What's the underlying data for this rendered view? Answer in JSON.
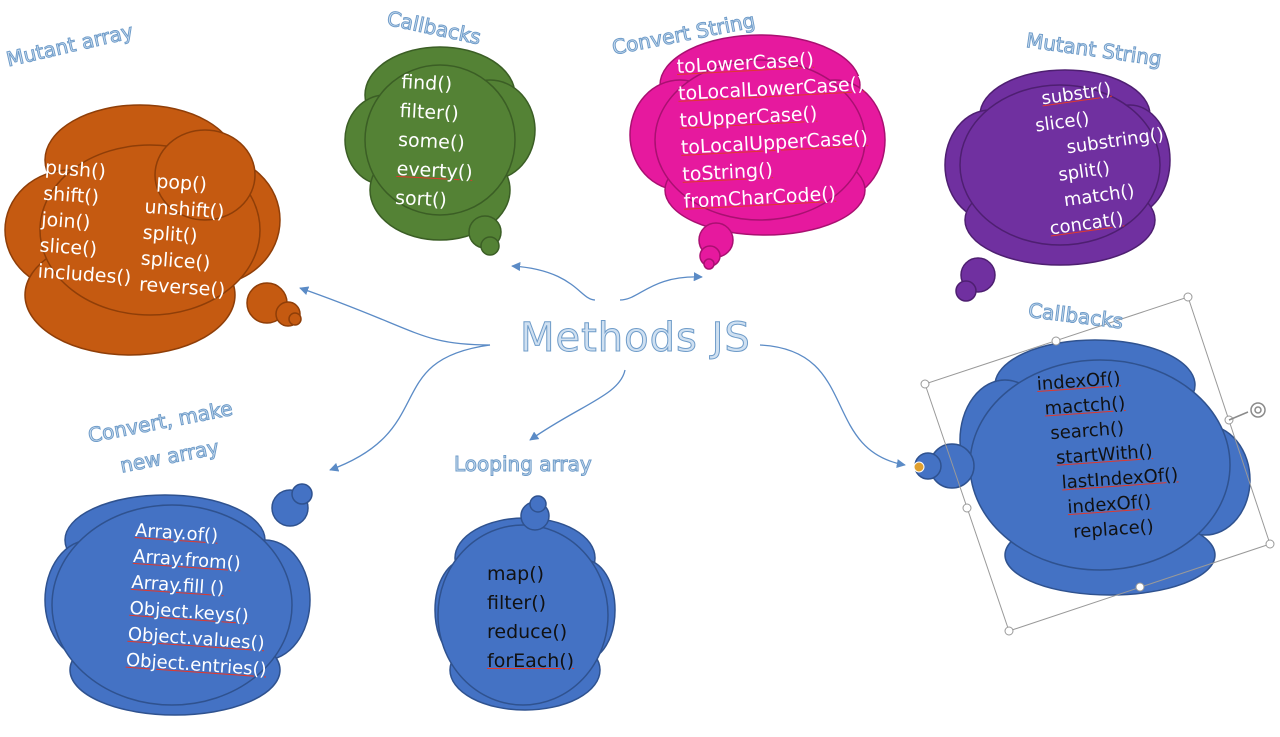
{
  "center_title": "Methods JS",
  "clouds": [
    {
      "id": "mutant-array",
      "title": "Mutant array",
      "color": "#c55a11",
      "items_left": [
        "push()",
        "shift()",
        "join()",
        "slice()",
        "includes()"
      ],
      "items_right": [
        "pop()",
        "unshift()",
        "split()",
        "splice()",
        "reverse()"
      ]
    },
    {
      "id": "callbacks-green",
      "title": "Callbacks",
      "color": "#548235",
      "items": [
        "find()",
        "filter()",
        "some()",
        "everty()",
        "sort()"
      ]
    },
    {
      "id": "convert-string",
      "title": "Convert String",
      "color": "#e6199e",
      "items": [
        "toLowerCase()",
        "toLocalLowerCase()",
        "toUpperCase()",
        "toLocalUpperCase()",
        "toString()",
        "fromCharCode()"
      ]
    },
    {
      "id": "mutant-string",
      "title": "Mutant String",
      "color": "#7030a0",
      "items": [
        "substr()",
        "slice()",
        "substring()",
        "split()",
        "match()",
        "concat()"
      ]
    },
    {
      "id": "callbacks-blue",
      "title": "Callbacks",
      "color": "#4472c4",
      "items": [
        "indexOf()",
        "mactch()",
        "search()",
        "startWith()",
        "lastIndexOf()",
        "indexOf()",
        "replace()"
      ]
    },
    {
      "id": "convert-make-array",
      "title_line1": "Convert, make",
      "title_line2": "new array",
      "color": "#4472c4",
      "items": [
        "Array.of()",
        "Array.from()",
        "Array.fill ()",
        "Object.keys()",
        "Object.values()",
        "Object.entries()"
      ]
    },
    {
      "id": "looping-array",
      "title": "Looping array",
      "color": "#4472c4",
      "items": [
        "map()",
        "filter()",
        "reduce()",
        "forEach()"
      ]
    }
  ]
}
